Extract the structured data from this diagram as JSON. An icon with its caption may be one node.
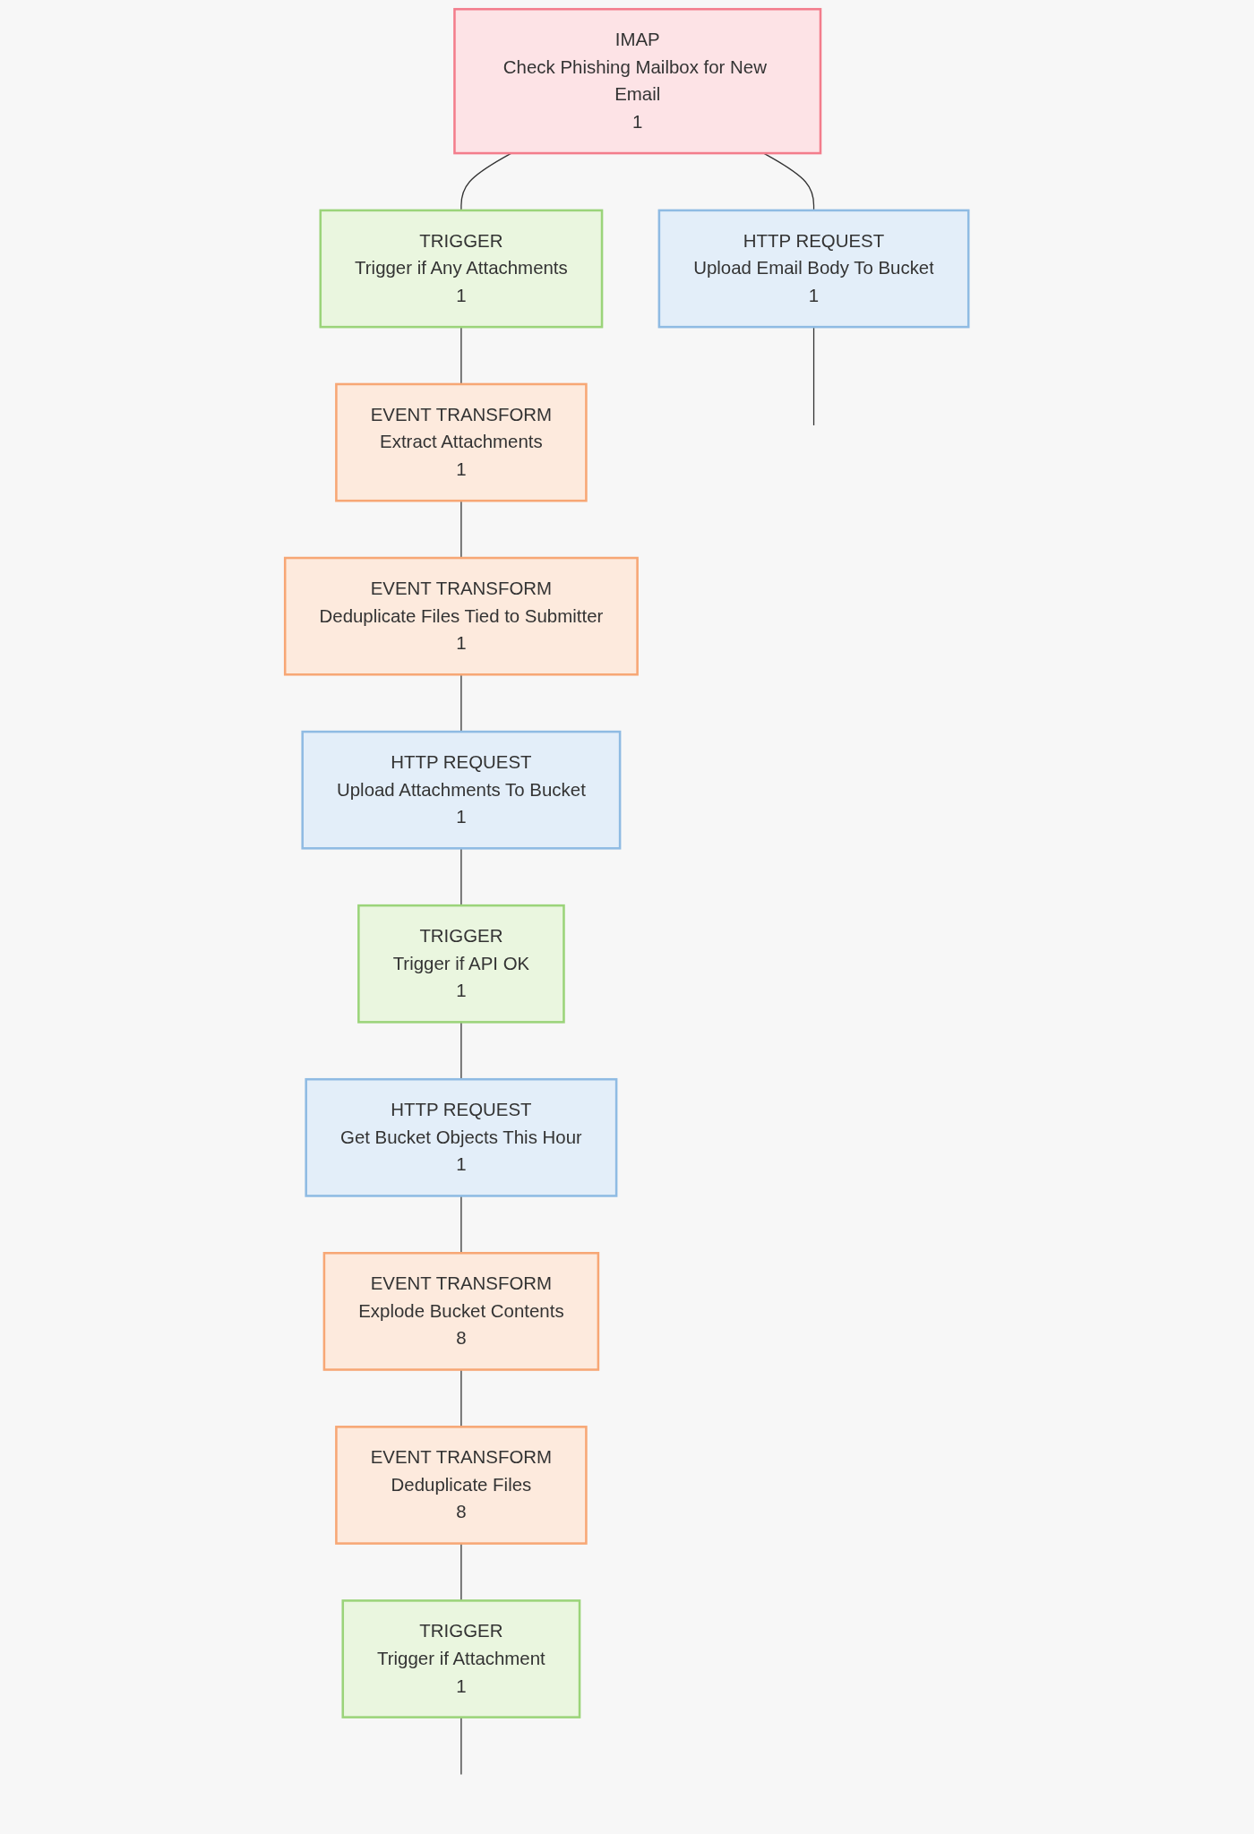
{
  "diagram": {
    "nodes": [
      {
        "text": [
          "IMAP",
          "Check Phishing Mailbox for New Email",
          "1"
        ]
      },
      {
        "text": [
          "TRIGGER",
          "Trigger if Any Attachments",
          "1"
        ]
      },
      {
        "text": [
          "EVENT TRANSFORM",
          "Extract Attachments",
          "1"
        ]
      },
      {
        "text": [
          "EVENT TRANSFORM",
          "Deduplicate Files Tied to Submitter",
          "1"
        ]
      },
      {
        "text": [
          "HTTP REQUEST",
          "Upload Email Body To Bucket",
          "1"
        ]
      },
      {
        "text": [
          "HTTP REQUEST",
          "Upload Attachments To Bucket",
          "1"
        ]
      },
      {
        "text": [
          "TRIGGER",
          "Trigger if API OK",
          "1"
        ]
      },
      {
        "text": [
          "HTTP REQUEST",
          "Get Bucket Objects This Hour",
          "1"
        ]
      },
      {
        "text": [
          "EVENT TRANSFORM",
          "Explode Bucket Contents",
          "8"
        ]
      },
      {
        "text": [
          "EVENT TRANSFORM",
          "Deduplicate Files",
          "8"
        ]
      },
      {
        "text": [
          "TRIGGER",
          "Trigger if Attachment",
          "1"
        ]
      }
    ],
    "edges": [
      {
        "from": 0,
        "to": 1,
        "arrow": "none"
      },
      {
        "from": 0,
        "to": 4,
        "arrow": "none"
      },
      {
        "from": 1,
        "to": 2,
        "arrow": "none"
      },
      {
        "from": 2,
        "to": 3,
        "arrow": "none"
      },
      {
        "from": 3,
        "to": 5,
        "arrow": "none"
      },
      {
        "from": 5,
        "to": 6,
        "arrow": "none"
      },
      {
        "from": 6,
        "to": 7,
        "arrow": "none"
      },
      {
        "from": 7,
        "to": 8,
        "arrow": "none"
      },
      {
        "from": 8,
        "to": 9,
        "arrow": "none"
      },
      {
        "from": 9,
        "to": 10,
        "arrow": "none"
      },
      {
        "from": 10,
        "to": null,
        "arrow": "none"
      },
      {
        "from": 4,
        "to": null,
        "arrow": "none"
      }
    ]
  }
}
